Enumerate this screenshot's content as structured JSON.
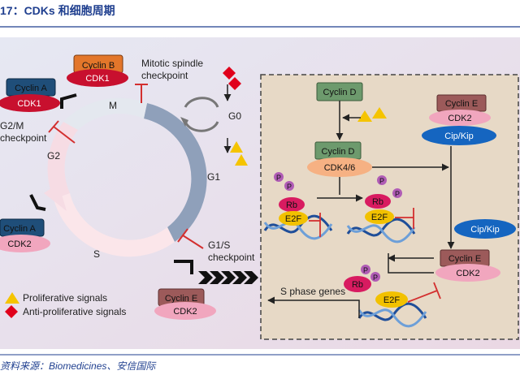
{
  "header": {
    "title": "17：CDKs 和细胞周期"
  },
  "footer": {
    "source": "资料来源：Biomedicines、安信国际"
  },
  "cycle": {
    "phases": {
      "m": "M",
      "g0": "G0",
      "g1": "G1",
      "s": "S",
      "g2": "G2"
    },
    "checkpoints": {
      "mitotic": [
        "Mitotic spindle",
        "checkpoint"
      ],
      "g2m": [
        "G2/M",
        "checkpoint"
      ],
      "g1s": [
        "G1/S",
        "checkpoint"
      ]
    },
    "complexes": {
      "m_complex": {
        "cyclin": "Cyclin B",
        "cdk": "CDK1"
      },
      "g2_complex": {
        "cyclin": "Cyclin A",
        "cdk": "CDK1"
      },
      "s_complex": {
        "cyclin": "Cyclin A",
        "cdk": "CDK2"
      },
      "g1s_complex": {
        "cyclin": "Cyclin E",
        "cdk": "CDK2"
      }
    }
  },
  "legend": {
    "proliferative": "Proliferative signals",
    "anti_proliferative": "Anti-proliferative signals"
  },
  "pathway": {
    "cyclin_d_top": "Cyclin D",
    "cyclin_d_complex": {
      "cyclin": "Cyclin D",
      "cdk": "CDK4/6"
    },
    "cyclin_e_top": {
      "cyclin": "Cyclin E",
      "cdk": "CDK2",
      "inhibitor": "Cip/Kip"
    },
    "cip_kip": "Cip/Kip",
    "cyclin_e_lower": {
      "cyclin": "Cyclin E",
      "cdk": "CDK2"
    },
    "rb": "Rb",
    "e2f": "E2F",
    "p": "P",
    "s_phase_genes": "S phase genes"
  },
  "colors": {
    "title_blue": "#1f3f8f",
    "cyclin_b_orange": "#e3762a",
    "cdk1_red": "#c8102e",
    "cyclin_a_navy": "#1f4e79",
    "cdk2_pink": "#f1a6be",
    "cyclin_d_green": "#6d9a6d",
    "cdk46_peach": "#f6b183",
    "cyclin_e_brown": "#9c5a5a",
    "cipkip_blue": "#1565c0",
    "rb_red": "#d81b60",
    "e2f_yellow": "#f2c100",
    "phospho_purple": "#b05cb5",
    "signal_yellow": "#f5c400",
    "signal_red": "#e0001b"
  }
}
